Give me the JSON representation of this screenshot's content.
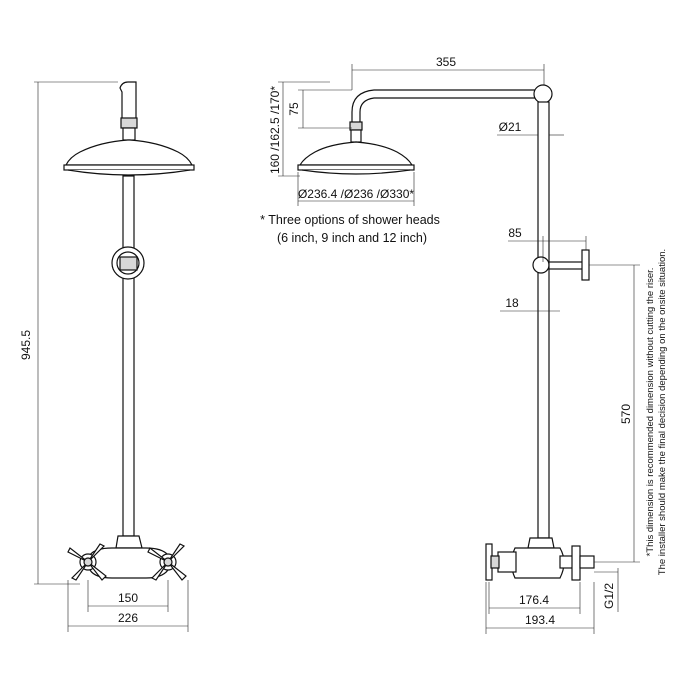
{
  "dimensions": {
    "overall_height": "945.5",
    "valve_inner_width": "150",
    "valve_outer_width": "226",
    "arm_length": "355",
    "head_height_options": "160 /162.5 /170*",
    "arm_drop": "75",
    "pipe_diameter": "Ø21",
    "head_diameter_options": "Ø236.4 /Ø236 /Ø330*",
    "bracket_projection": "85",
    "bracket_pipe_offset": "18",
    "riser_dimension": "570",
    "valve_depth_inner": "176.4",
    "valve_depth_outer": "193.4",
    "inlet_thread": "G1/2"
  },
  "notes": {
    "shower_head_line1": "* Three options of shower heads",
    "shower_head_line2": "(6 inch, 9 inch and 12 inch)",
    "riser_line1": "*This dimension is recommended dimension without cutting the riser.",
    "riser_line2": "The installer should make the final decision depending on the onsite situation."
  }
}
